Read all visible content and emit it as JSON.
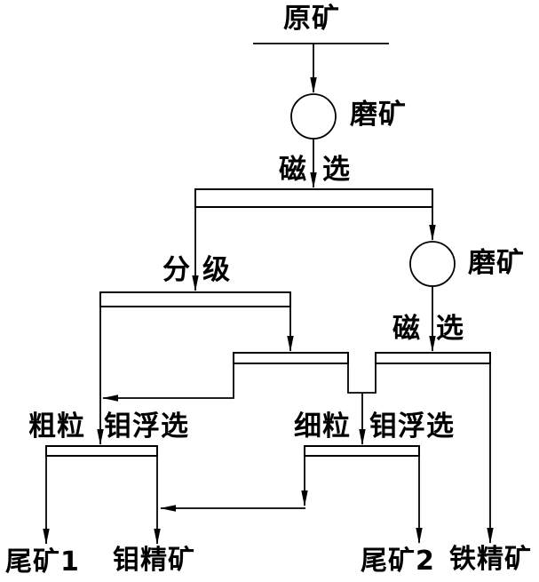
{
  "diagram": {
    "type": "mineral-processing-flowsheet",
    "colors": {
      "line": "#000000",
      "background": "#ffffff"
    },
    "nodes": {
      "raw_ore": "原矿",
      "grinding_1": "磨矿",
      "magnetic_sep_1": {
        "left": "磁",
        "right": "选"
      },
      "classification": {
        "left": "分",
        "right": "级"
      },
      "grinding_2": "磨矿",
      "magnetic_sep_2": {
        "left": "磁",
        "right": "选"
      },
      "coarse_mo_flotation": {
        "left": "粗粒",
        "right": "钼浮选"
      },
      "fine_mo_flotation": {
        "left": "细粒",
        "right": "钼浮选"
      },
      "tailings_1": "尾矿1",
      "mo_concentrate": "钼精矿",
      "tailings_2": "尾矿2",
      "iron_concentrate": "铁精矿"
    }
  }
}
